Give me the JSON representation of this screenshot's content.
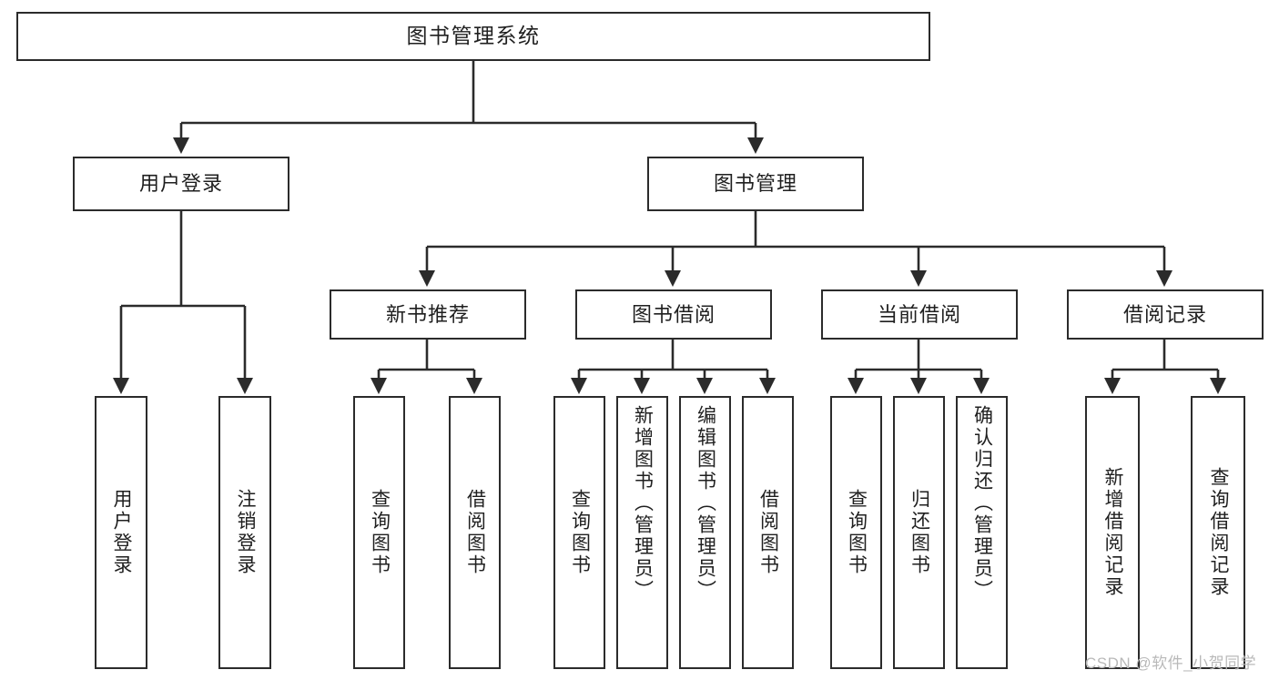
{
  "diagram": {
    "title": "图书管理系统",
    "type": "tree",
    "orientation": "top-down",
    "watermark": "CSDN @软件_小贺同学",
    "colors": {
      "background": "#ffffff",
      "node_border": "#2b2b2b",
      "node_fill": "#ffffff",
      "edge": "#2b2b2b",
      "text": "#1f1f1f",
      "watermark": "#b9b9b9"
    },
    "nodes": {
      "root": {
        "label": "图书管理系统"
      },
      "level1": [
        {
          "id": "user-login",
          "label": "用户登录"
        },
        {
          "id": "book-manage",
          "label": "图书管理"
        }
      ],
      "level2": [
        {
          "id": "new-book-recommend",
          "label": "新书推荐"
        },
        {
          "id": "book-borrow",
          "label": "图书借阅"
        },
        {
          "id": "current-borrow",
          "label": "当前借阅"
        },
        {
          "id": "borrow-record",
          "label": "借阅记录"
        }
      ],
      "leaves": {
        "user_login": [
          {
            "id": "leaf-user-login",
            "label": "用户登录"
          },
          {
            "id": "leaf-logout-login",
            "label": "注销登录"
          }
        ],
        "new_book_recommend": [
          {
            "id": "leaf-query-book-1",
            "label": "查询图书"
          },
          {
            "id": "leaf-borrow-book-1",
            "label": "借阅图书"
          }
        ],
        "book_borrow": [
          {
            "id": "leaf-query-book-2",
            "label": "查询图书"
          },
          {
            "id": "leaf-add-book",
            "label": "新增图书（管理员）"
          },
          {
            "id": "leaf-edit-book",
            "label": "编辑图书（管理员）"
          },
          {
            "id": "leaf-borrow-book-2",
            "label": "借阅图书"
          }
        ],
        "current_borrow": [
          {
            "id": "leaf-query-book-3",
            "label": "查询图书"
          },
          {
            "id": "leaf-return-book",
            "label": "归还图书"
          },
          {
            "id": "leaf-confirm-return",
            "label": "确认归还（管理员）"
          }
        ],
        "borrow_record": [
          {
            "id": "leaf-add-record",
            "label": "新增借阅记录"
          },
          {
            "id": "leaf-query-record",
            "label": "查询借阅记录"
          }
        ]
      }
    }
  }
}
